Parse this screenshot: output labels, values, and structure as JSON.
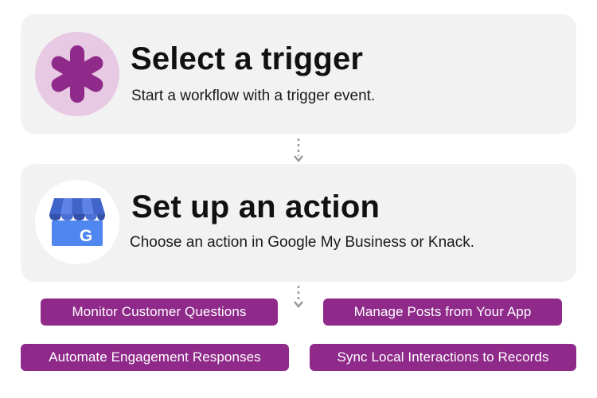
{
  "trigger": {
    "title": "Select a trigger",
    "subtitle": "Start a workflow with a trigger event.",
    "icon": "asterisk-icon",
    "icon_color": "#8f2a8a",
    "icon_bg": "#e7c9e3"
  },
  "action": {
    "title": "Set up an action",
    "subtitle": "Choose an action in Google My Business or Knack.",
    "icon": "google-my-business-icon"
  },
  "pills": [
    {
      "label": "Monitor Customer Questions"
    },
    {
      "label": "Manage Posts from Your App"
    },
    {
      "label": "Automate Engagement Responses"
    },
    {
      "label": "Sync Local Interactions to Records"
    }
  ],
  "colors": {
    "card_bg": "#f2f2f2",
    "pill_bg": "#8f2a8a",
    "pill_text": "#ffffff",
    "connector": "#9a9a9a"
  }
}
